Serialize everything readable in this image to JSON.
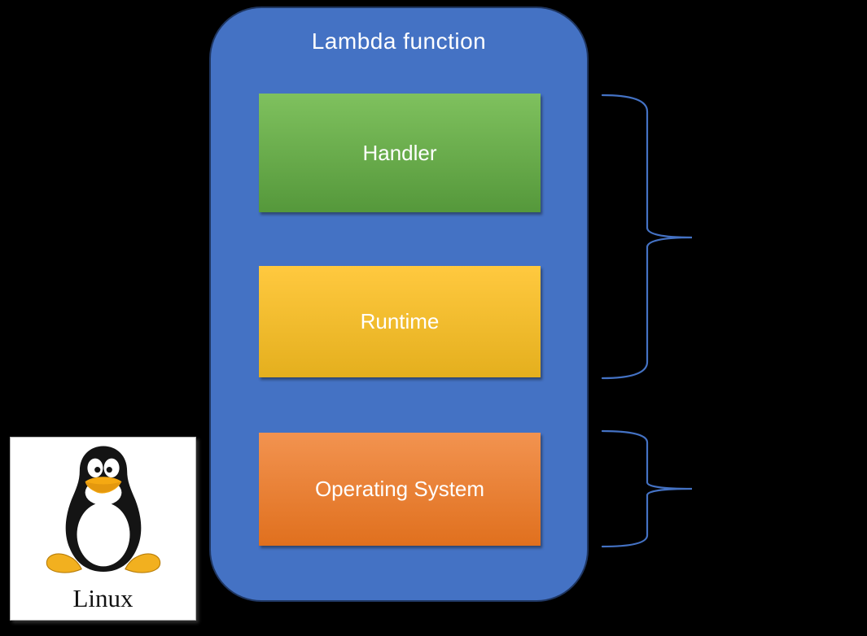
{
  "canvas": {
    "background": "#000000"
  },
  "container": {
    "label": "Lambda function",
    "fill": "#4472C4",
    "border": "#1F3661",
    "text_color": "#FFFFFF"
  },
  "layers": [
    {
      "label": "Handler",
      "color_top": "#7FC15E",
      "color_bottom": "#55983B"
    },
    {
      "label": "Runtime",
      "color_top": "#FFC93F",
      "color_bottom": "#E4AF1E"
    },
    {
      "label": "Operating System",
      "color_top": "#F29350",
      "color_bottom": "#E0701E"
    }
  ],
  "braces": {
    "color": "#4472C4",
    "top_brace_spans": "Handler and Runtime",
    "bottom_brace_spans": "Operating System"
  },
  "linux": {
    "caption": "Linux",
    "icon": "tux-penguin-icon"
  }
}
